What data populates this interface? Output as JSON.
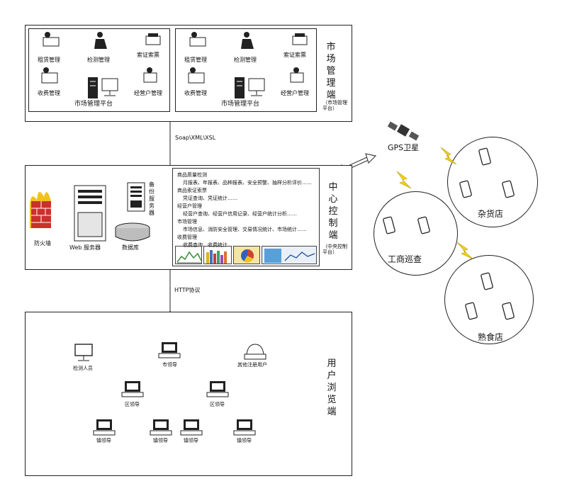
{
  "market": {
    "panel_left": {
      "rent": "租赁管理",
      "inspect": "检测管理",
      "claim": "索证索票",
      "fee": "收费管理",
      "merchant": "经营户管理",
      "platform": "市场管理平台"
    },
    "panel_right": {
      "rent": "租赁管理",
      "inspect": "检测管理",
      "claim": "索证索票",
      "fee": "收费管理",
      "merchant": "经营户管理",
      "platform": "市场管理平台"
    },
    "title": "市场管理端",
    "subtitle": "（市场管理平台）"
  },
  "link_top": "Soap\\XML\\XSL",
  "center": {
    "title": "中心控制端",
    "subtitle": "（中央控制平台）",
    "firewall": "防火墙",
    "web_server": "Web 服务器",
    "backup_server": "备份服务器",
    "database": "数据库",
    "functions": [
      {
        "text": "商品质量检测",
        "indent": false
      },
      {
        "text": "月报表、年报表、品种报表、安全预警、抽样分析评价……",
        "indent": true
      },
      {
        "text": "商品索证索票",
        "indent": false
      },
      {
        "text": "凭证查询、凭证统计……",
        "indent": true
      },
      {
        "text": "经营户管理",
        "indent": false
      },
      {
        "text": "经营户查询、经营户信用记录、经营户统计分析……",
        "indent": true
      },
      {
        "text": "市场管理",
        "indent": false
      },
      {
        "text": "市场信息、消防安全管理、交易情况统计、市场统计……",
        "indent": true
      },
      {
        "text": "收费管理",
        "indent": false
      },
      {
        "text": "收费查询、收费统计……",
        "indent": true
      }
    ]
  },
  "link_bottom": "HTTP协议",
  "users": {
    "title": "用户浏览端",
    "inspector": "检测人员",
    "city_leader": "市领导",
    "other_users": "其他注册用户",
    "district_left": "区领导",
    "district_right": "区领导",
    "towns": [
      "镇领导",
      "镇领导",
      "镇领导",
      "镇领导"
    ]
  },
  "gps": {
    "satellite": "GPS卫星",
    "grocery": "杂货店",
    "patrol": "工商巡查",
    "deli": "熟食店"
  },
  "colors": {
    "line": "#222222",
    "firewall_red": "#c8322a",
    "firewall_yellow": "#f2c21b",
    "lightning": "#f2d11a",
    "screen_dark": "#333333"
  }
}
